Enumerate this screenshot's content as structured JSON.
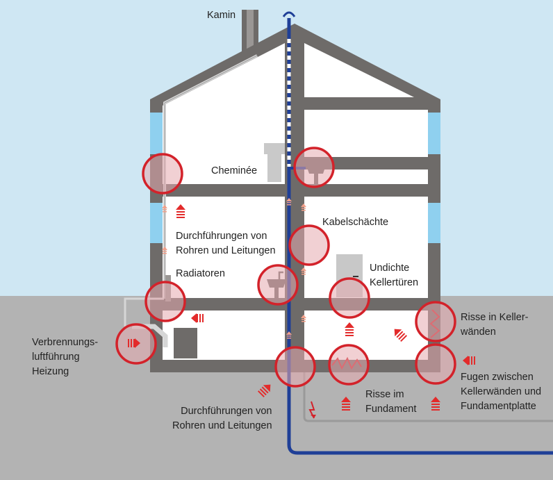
{
  "labels": {
    "kamin": "Kamin",
    "cheminee": "Cheminée",
    "durchfuehrungen_oben": [
      "Durchführungen von",
      "Rohren und Leitungen"
    ],
    "radiatoren": "Radiatoren",
    "kabelschaechte": "Kabelschächte",
    "undichte_kellertueren": [
      "Undichte",
      "Kellertüren"
    ],
    "risse_kellerwaende": [
      "Risse in Keller-",
      "wänden"
    ],
    "verbrennungsluft": [
      "Verbrennungs-",
      "luftführung",
      "Heizung"
    ],
    "fugen": [
      "Fugen zwischen",
      "Kellerwänden und",
      "Fundamentplatte"
    ],
    "risse_fundament": [
      "Risse im",
      "Fundament"
    ],
    "durchfuehrungen_unten": [
      "Durchführungen von",
      "Rohren und Leitungen"
    ]
  },
  "colors": {
    "sky": "#cfe7f3",
    "ground": "#b3b3b3",
    "wall": "#6e6b69",
    "interior": "#ffffff",
    "window": "#8fd0ef",
    "leak_circle": "#d3222a",
    "arrow": "#e32b2b",
    "water_pipe": "#1f3f97",
    "drain_pipe": "#999999"
  },
  "icons": [
    "leak-circle-icon",
    "air-arrow-icon",
    "sink-icon",
    "boiler-icon",
    "door-icon",
    "crack-icon",
    "lightning-icon"
  ]
}
